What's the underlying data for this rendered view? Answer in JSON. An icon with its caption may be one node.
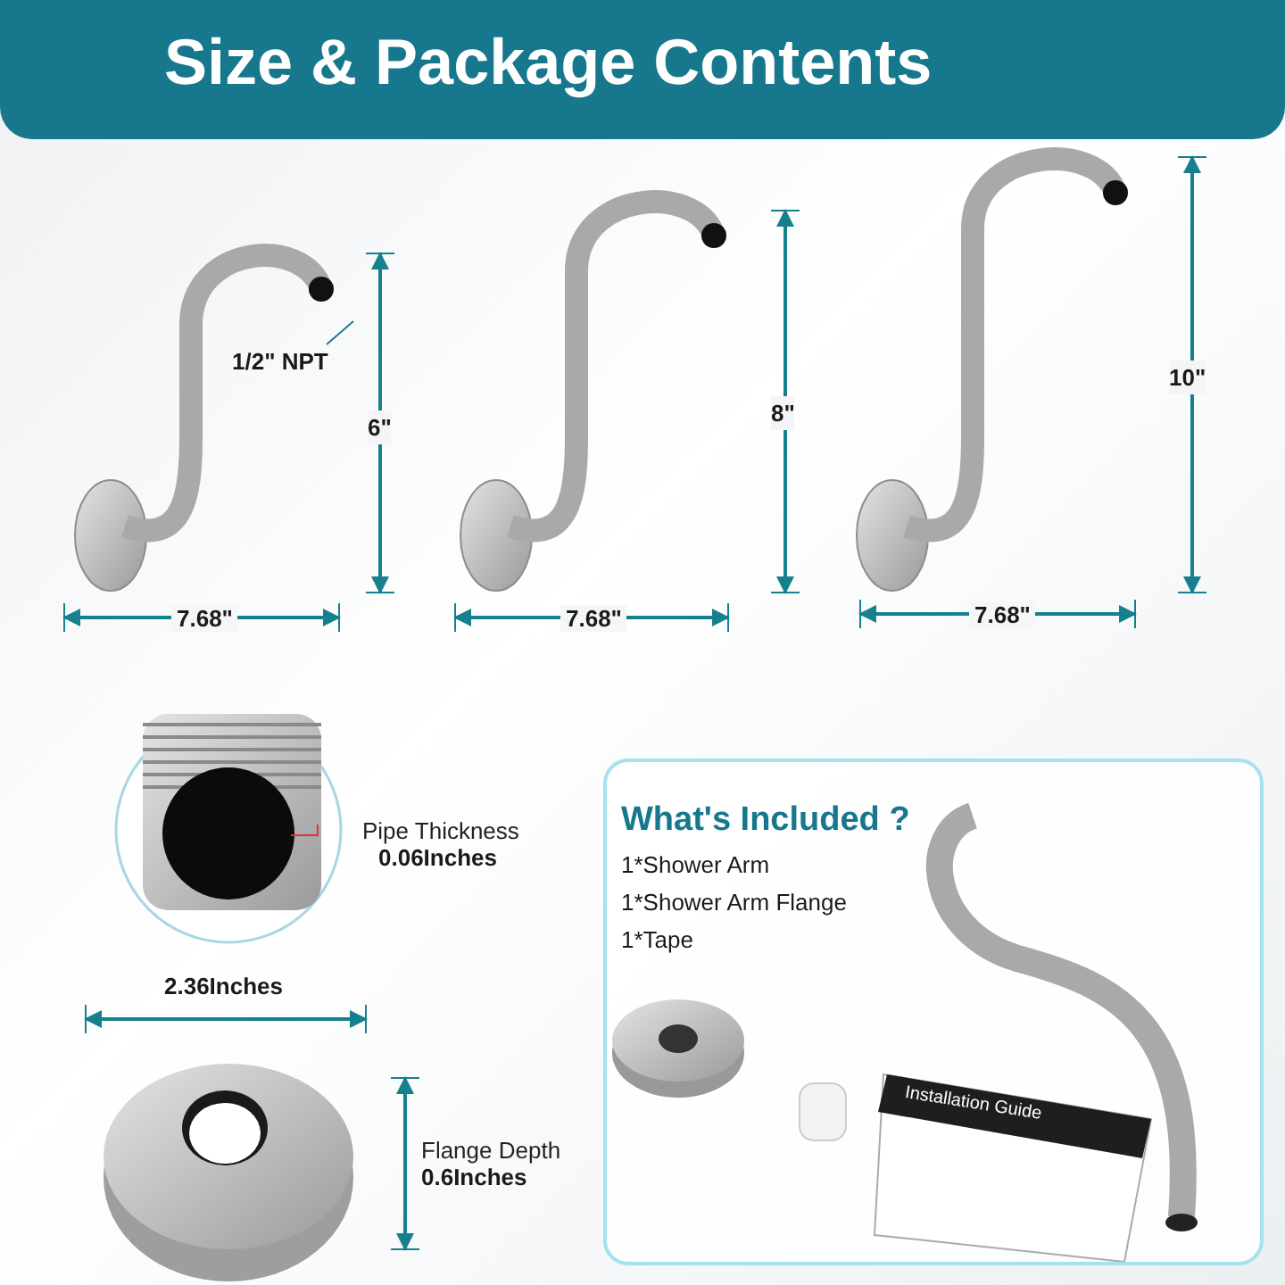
{
  "diagram": {
    "title": "Size & Package Contents",
    "nodes": [
      {
        "text": [
          "What's Included ?",
          "1*Shower Arm",
          "1*Shower Arm Flange",
          "1*Tape"
        ]
      }
    ],
    "labels": [
      "1/2\" NPT",
      "6\"",
      "8\"",
      "10\"",
      "7.68\"",
      "7.68\"",
      "7.68\"",
      "Pipe Thickness",
      "0.06Inches",
      "2.36Inches",
      "Flange Depth",
      "0.6Inches",
      "Installation Guide"
    ]
  }
}
